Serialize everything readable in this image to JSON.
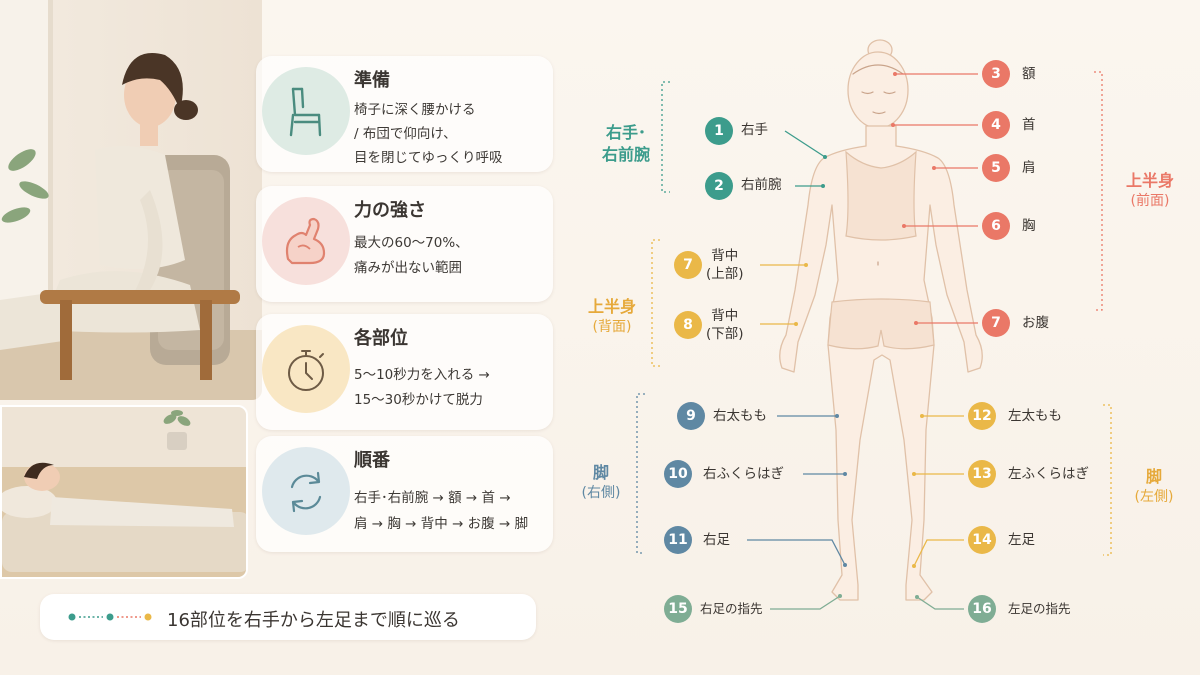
{
  "colors": {
    "teal": "#3c9c8c",
    "coral": "#ea7867",
    "gold": "#eab848",
    "blue": "#5f88a3",
    "sage": "#7fad94"
  },
  "steps": [
    {
      "title": "準備",
      "lines": [
        "椅子に深く腰かける",
        "/ 布団で仰向け、",
        "目を閉じてゆっくり呼吸"
      ],
      "icon": "chair-icon"
    },
    {
      "title": "力の強さ",
      "lines": [
        "最大の60〜70%、",
        "痛みが出ない範囲"
      ],
      "icon": "flexed-arm-icon"
    },
    {
      "title": "各部位",
      "lines": [
        "5〜10秒力を入れる →",
        "15〜30秒かけて脱力"
      ],
      "icon": "stopwatch-icon"
    },
    {
      "title": "順番",
      "lines": [
        "右手･右前腕 → 額 → 首 →",
        "肩 → 胸 → 背中 → お腹 → 脚"
      ],
      "icon": "cycle-arrows-icon"
    }
  ],
  "summary": "16部位を右手から左足まで順に巡る",
  "groups": [
    {
      "label": "右手･",
      "label2": "右前腕",
      "color": "teal"
    },
    {
      "label": "上半身",
      "label2": "(背面)",
      "color": "gold"
    },
    {
      "label": "脚",
      "label2": "(右側)",
      "color": "blue"
    },
    {
      "label": "上半身",
      "label2": "(前面)",
      "color": "coral"
    },
    {
      "label": "脚",
      "label2": "(左側)",
      "color": "gold"
    }
  ],
  "points": [
    {
      "num": "1",
      "label": "右手",
      "color": "teal"
    },
    {
      "num": "2",
      "label": "右前腕",
      "color": "teal"
    },
    {
      "num": "3",
      "label": "額",
      "color": "coral"
    },
    {
      "num": "4",
      "label": "首",
      "color": "coral"
    },
    {
      "num": "5",
      "label": "肩",
      "color": "coral"
    },
    {
      "num": "6",
      "label": "胸",
      "color": "coral"
    },
    {
      "num": "7",
      "label": "背中",
      "label2": "(上部)",
      "color": "gold"
    },
    {
      "num": "8",
      "label": "背中",
      "label2": "(下部)",
      "color": "gold"
    },
    {
      "num": "7",
      "label": "お腹",
      "color": "coral"
    },
    {
      "num": "9",
      "label": "右太もも",
      "color": "blue"
    },
    {
      "num": "10",
      "label": "右ふくらはぎ",
      "color": "blue"
    },
    {
      "num": "11",
      "label": "右足",
      "color": "blue"
    },
    {
      "num": "12",
      "label": "左太もも",
      "color": "gold"
    },
    {
      "num": "13",
      "label": "左ふくらはぎ",
      "color": "gold"
    },
    {
      "num": "14",
      "label": "左足",
      "color": "gold"
    },
    {
      "num": "15",
      "label": "右足の指先",
      "color": "sage"
    },
    {
      "num": "16",
      "label": "左足の指先",
      "color": "sage"
    }
  ]
}
